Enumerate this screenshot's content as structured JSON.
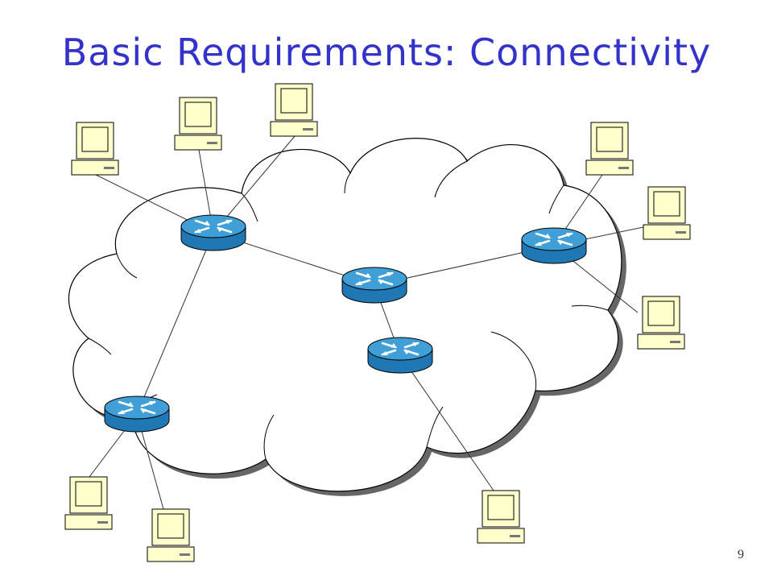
{
  "slide": {
    "title": "Basic Requirements: Connectivity",
    "page_number": "9"
  },
  "colors": {
    "title": "#3333cc",
    "cloud_fill": "#ffffff",
    "cloud_shadow": "#666666",
    "router_top": "#3f9fd6",
    "router_side": "#1f78b4",
    "computer_body": "#ffffcc",
    "line": "#333333"
  },
  "diagram": {
    "nodes": [
      {
        "id": "r1",
        "type": "router"
      },
      {
        "id": "r2",
        "type": "router"
      },
      {
        "id": "r3",
        "type": "router"
      },
      {
        "id": "r4",
        "type": "router"
      },
      {
        "id": "r5",
        "type": "router"
      },
      {
        "id": "h1",
        "type": "computer"
      },
      {
        "id": "h2",
        "type": "computer"
      },
      {
        "id": "h3",
        "type": "computer"
      },
      {
        "id": "h4",
        "type": "computer"
      },
      {
        "id": "h5",
        "type": "computer"
      },
      {
        "id": "h6",
        "type": "computer"
      },
      {
        "id": "h7",
        "type": "computer"
      },
      {
        "id": "h8",
        "type": "computer"
      },
      {
        "id": "h9",
        "type": "computer"
      }
    ],
    "links": [
      [
        "r1",
        "r2"
      ],
      [
        "r2",
        "r3"
      ],
      [
        "r2",
        "r4"
      ],
      [
        "r1",
        "r5"
      ],
      [
        "r1",
        "h1"
      ],
      [
        "r1",
        "h2"
      ],
      [
        "r1",
        "h3"
      ],
      [
        "r3",
        "h4"
      ],
      [
        "r3",
        "h5"
      ],
      [
        "r3",
        "h6"
      ],
      [
        "r5",
        "h7"
      ],
      [
        "r5",
        "h8"
      ],
      [
        "r4",
        "h9"
      ]
    ]
  }
}
